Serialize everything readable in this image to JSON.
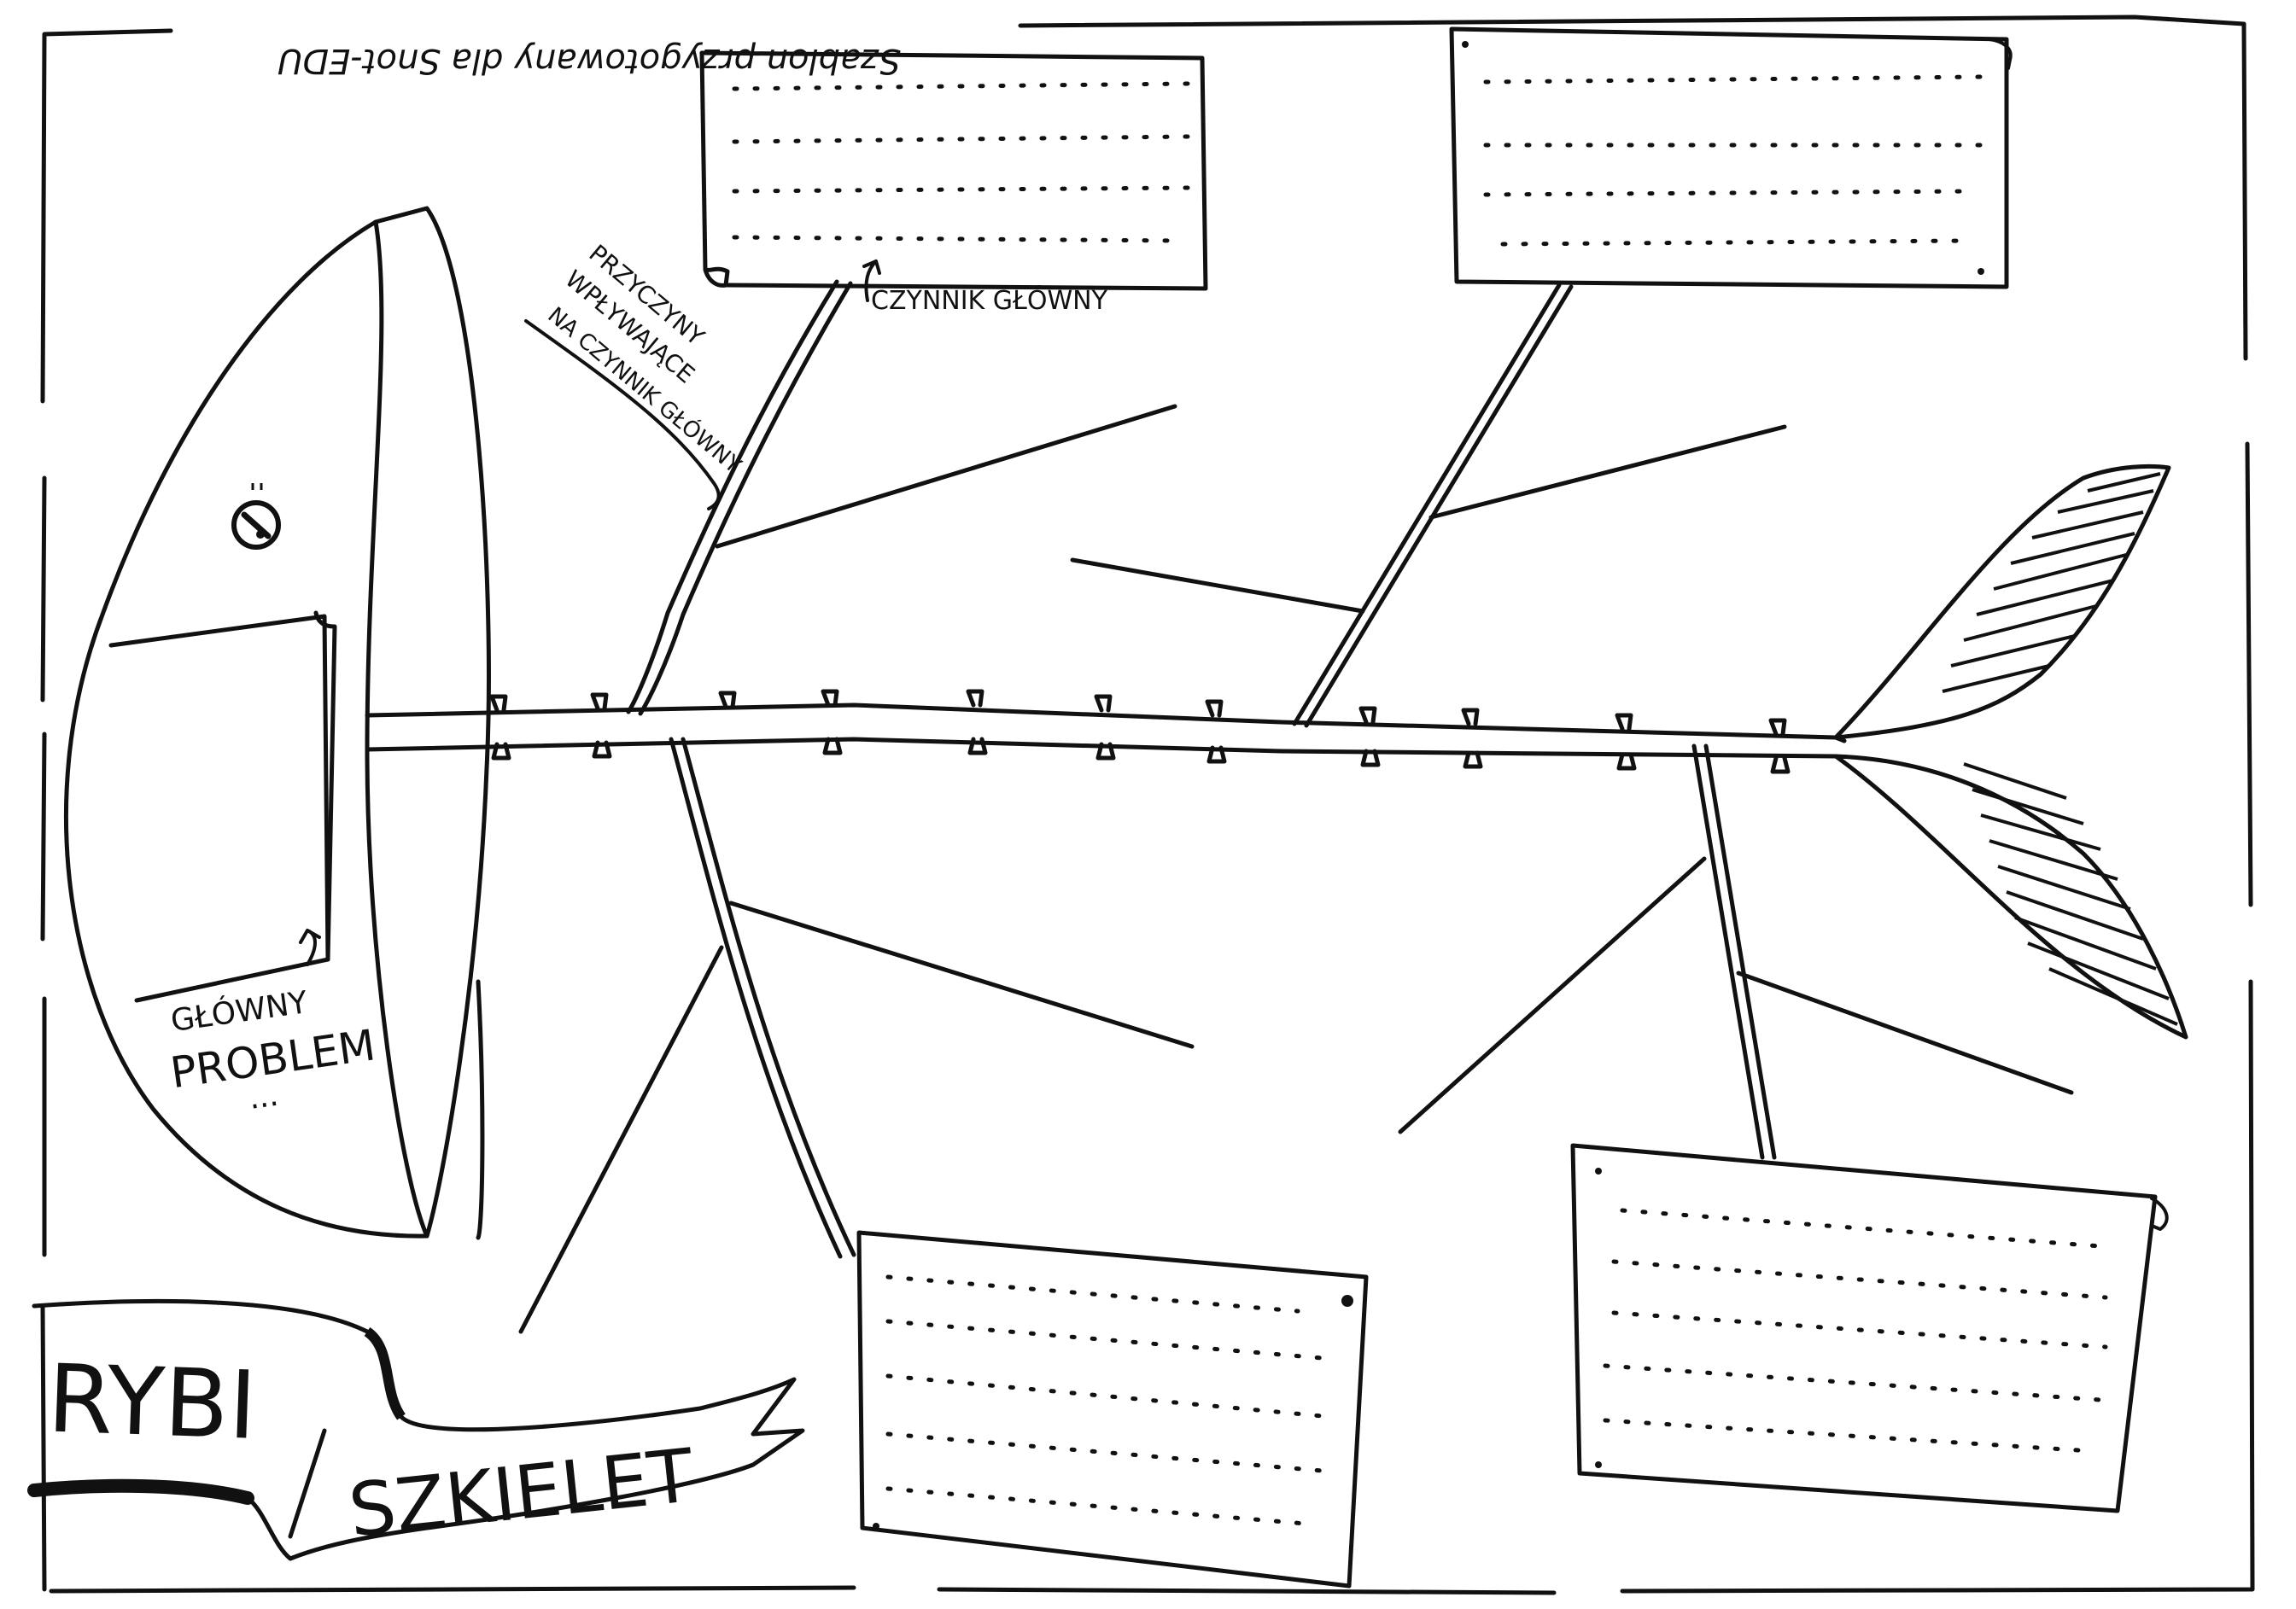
{
  "header_credit": "Szablon przygotowany dla Snot-EDU",
  "labels": {
    "main_factor": "CZYNNIK GŁÓWNY",
    "influencing_causes": [
      "PRZYCZYNY",
      "WPŁYWAJĄCE",
      "NA CZYNNIK GŁÓWNY"
    ],
    "main_problem": [
      "GŁÓWNY",
      "PROBLEM",
      "..."
    ]
  },
  "title_banner": {
    "word1": "RYBI",
    "word2": "SZKIELET"
  },
  "factor_boxes": [
    {
      "position": "top-left",
      "lines": 4
    },
    {
      "position": "top-right",
      "lines": 4
    },
    {
      "position": "bottom-left",
      "lines": 5
    },
    {
      "position": "bottom-right",
      "lines": 5
    }
  ]
}
